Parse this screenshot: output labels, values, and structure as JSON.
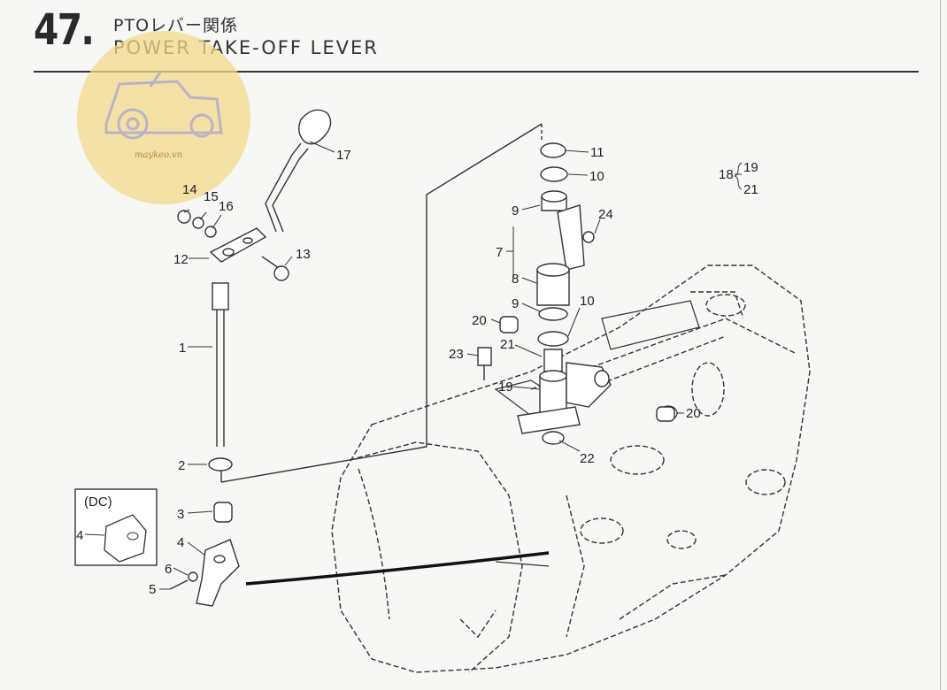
{
  "header": {
    "section_number": "47.",
    "title_jp": "PTOレバー関係",
    "title_en": "POWER TAKE-OFF LEVER"
  },
  "watermark": {
    "text": "maykeo.vn",
    "icon": "tractor-icon",
    "color": "#f3d98a"
  },
  "inset_label": "(DC)",
  "callouts": {
    "c1": "1",
    "c2": "2",
    "c3": "3",
    "c4a": "4",
    "c4b": "4",
    "c5": "5",
    "c6": "6",
    "c7": "7",
    "c8": "8",
    "c9a": "9",
    "c9b": "9",
    "c10a": "10",
    "c10b": "10",
    "c11": "11",
    "c12": "12",
    "c13": "13",
    "c14": "14",
    "c15": "15",
    "c16": "16",
    "c17": "17",
    "c18": "18",
    "c19a": "19",
    "c19b": "19",
    "c20a": "20",
    "c20b": "20",
    "c21a": "21",
    "c21b": "21",
    "c22": "22",
    "c23": "23",
    "c24": "24"
  }
}
